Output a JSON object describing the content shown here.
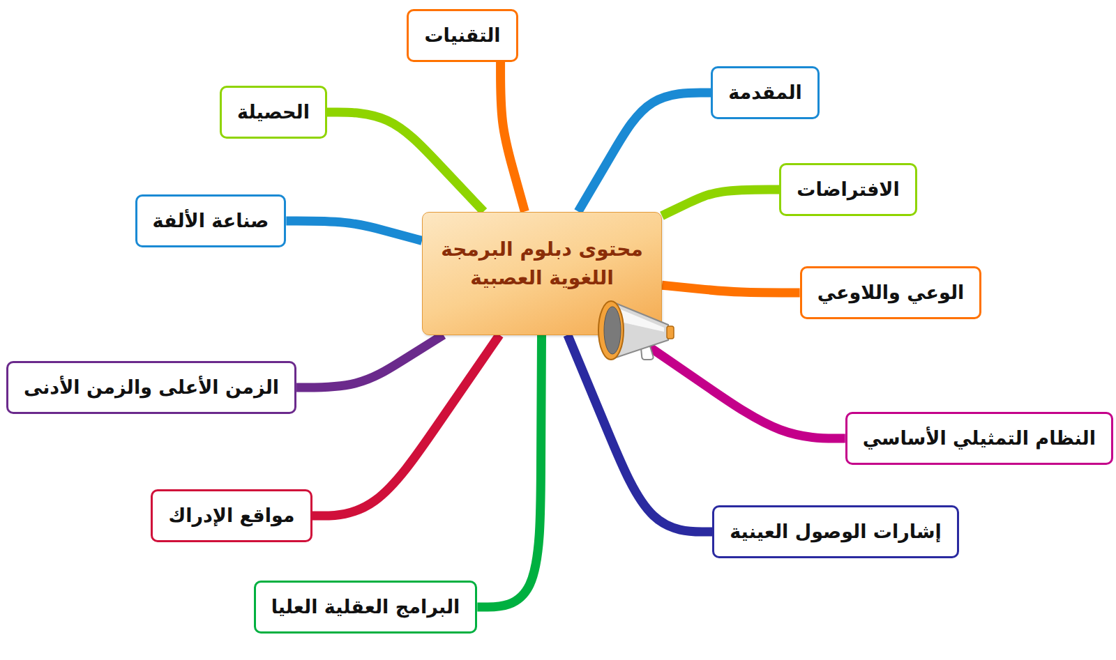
{
  "diagram": {
    "nodes": [
      {
        "text": [
          "محتوى دبلوم البرمجة اللغوية العصبية"
        ]
      },
      {
        "text": [
          "التقنيات"
        ]
      },
      {
        "text": [
          "المقدمة"
        ]
      },
      {
        "text": [
          "الحصيلة"
        ]
      },
      {
        "text": [
          "الافتراضات"
        ]
      },
      {
        "text": [
          "صناعة الألفة"
        ]
      },
      {
        "text": [
          "الوعي واللاوعي"
        ]
      },
      {
        "text": [
          "الزمن الأعلى والزمن الأدنى"
        ]
      },
      {
        "text": [
          "النظام التمثيلي الأساسي"
        ]
      },
      {
        "text": [
          "مواقع الإدراك"
        ]
      },
      {
        "text": [
          "إشارات الوصول العينية"
        ]
      },
      {
        "text": [
          "البرامج العقلية العليا"
        ]
      }
    ],
    "edges": [
      {
        "from": 0,
        "to": 1,
        "arrow": "none"
      },
      {
        "from": 0,
        "to": 2,
        "arrow": "none"
      },
      {
        "from": 0,
        "to": 3,
        "arrow": "none"
      },
      {
        "from": 0,
        "to": 4,
        "arrow": "none"
      },
      {
        "from": 0,
        "to": 5,
        "arrow": "none"
      },
      {
        "from": 0,
        "to": 6,
        "arrow": "none"
      },
      {
        "from": 0,
        "to": 7,
        "arrow": "none"
      },
      {
        "from": 0,
        "to": 8,
        "arrow": "none"
      },
      {
        "from": 0,
        "to": 9,
        "arrow": "none"
      },
      {
        "from": 0,
        "to": 10,
        "arrow": "none"
      },
      {
        "from": 0,
        "to": 11,
        "arrow": "none"
      }
    ]
  }
}
